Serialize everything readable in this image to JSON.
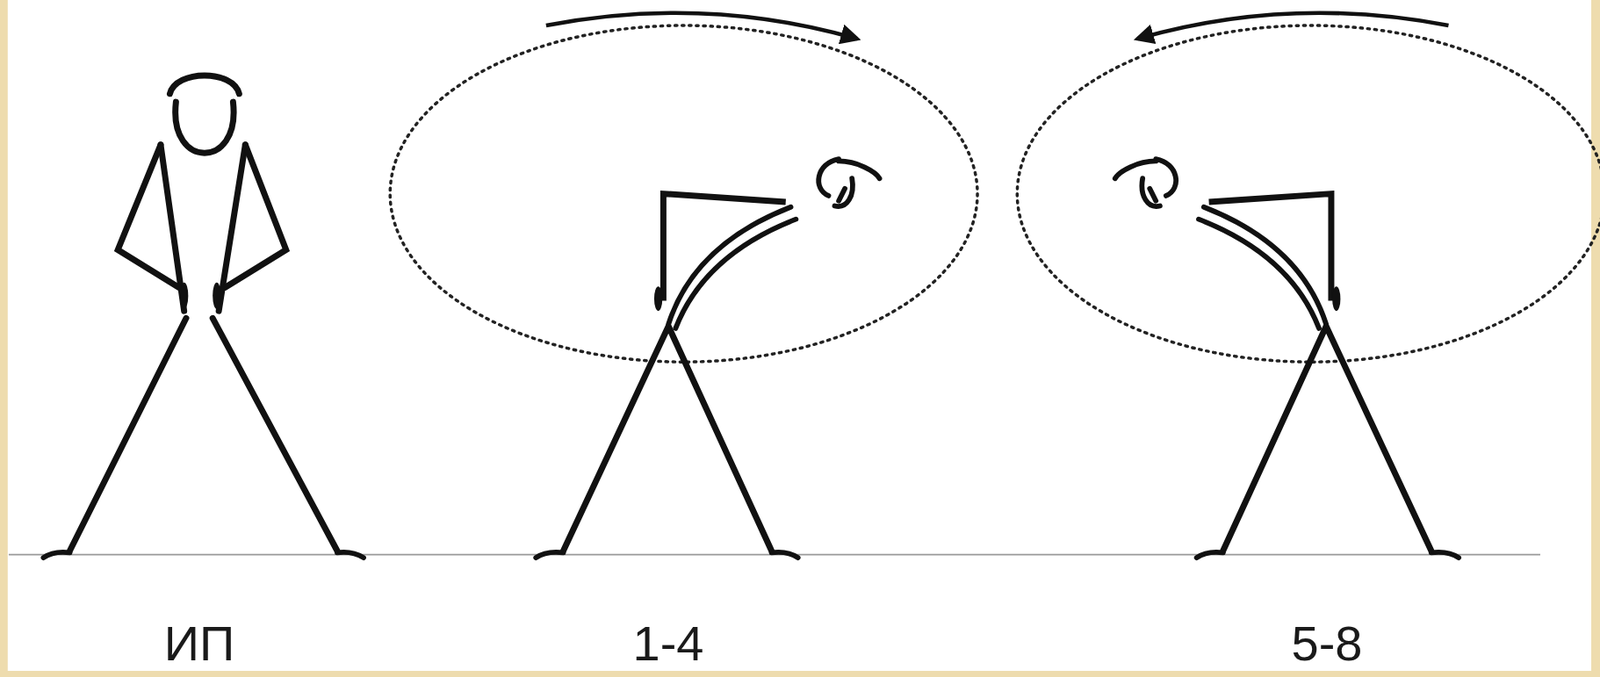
{
  "diagram": {
    "labels": [
      "ИП",
      "1-4",
      "5-8"
    ]
  }
}
